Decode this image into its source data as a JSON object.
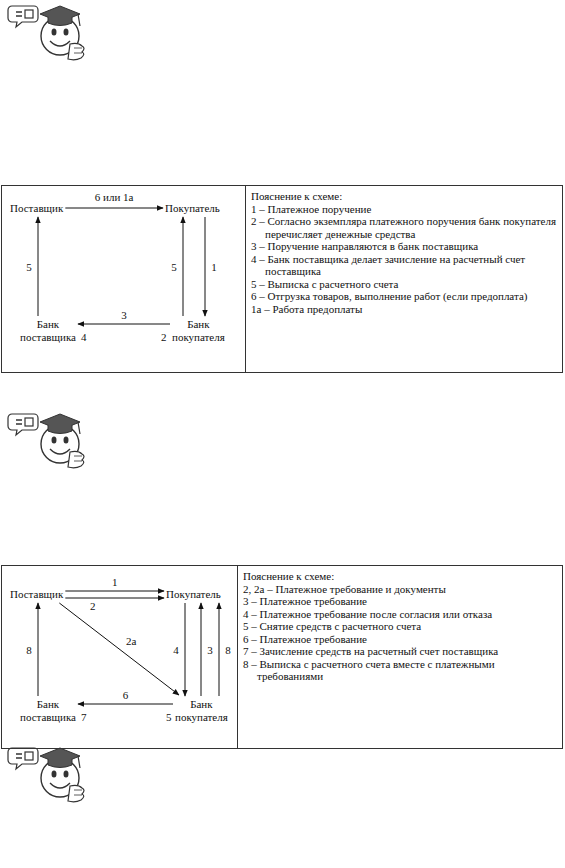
{
  "diagram": {
    "nodes": [
      {
        "text": [
          "Поставщик"
        ]
      },
      {
        "text": [
          "Покупатель"
        ]
      },
      {
        "text": [
          "Банк поставщика"
        ]
      },
      {
        "text": [
          "Банк покупателя"
        ]
      },
      {
        "text": [
          "Поставщик"
        ]
      },
      {
        "text": [
          "Покупатель"
        ]
      },
      {
        "text": [
          "Банк поставщика"
        ]
      },
      {
        "text": [
          "Банк покупателя"
        ]
      }
    ],
    "edges": [
      {
        "from": 0,
        "to": 1,
        "arrow": "to",
        "label": "6 или 1а"
      },
      {
        "from": 2,
        "to": 0,
        "arrow": "to",
        "label": "5"
      },
      {
        "from": 3,
        "to": 1,
        "arrow": "to",
        "label": "5"
      },
      {
        "from": 1,
        "to": 3,
        "arrow": "to",
        "label": "1"
      },
      {
        "from": 3,
        "to": 2,
        "arrow": "to",
        "label": "3"
      },
      {
        "from": 4,
        "to": 5,
        "arrow": "to",
        "label": "1"
      },
      {
        "from": 4,
        "to": 5,
        "arrow": "to",
        "label": "2"
      },
      {
        "from": 4,
        "to": 7,
        "arrow": "to",
        "label": "2а"
      },
      {
        "from": 5,
        "to": 7,
        "arrow": "to",
        "label": "4"
      },
      {
        "from": 7,
        "to": 5,
        "arrow": "to",
        "label": "3"
      },
      {
        "from": 7,
        "to": 5,
        "arrow": "to",
        "label": "8"
      },
      {
        "from": 6,
        "to": 4,
        "arrow": "to",
        "label": "8"
      },
      {
        "from": 7,
        "to": 6,
        "arrow": "to",
        "label": "6"
      }
    ],
    "labels": [
      "4",
      "2",
      "Пояснение к схеме:",
      "1 – Платежное поручение",
      "2 – Согласно экземпляра платежного поручения банк покупателя перечисляет денежные средства",
      "3 – Поручение направляются в банк поставщика",
      "4 – Банк поставщика делает зачисление на расчетный счет поставщика",
      "5 – Выписка с расчетного счета",
      "6 – Отгрузка товаров, выполнение работ (если предоплата)",
      "1а – Работа предоплаты",
      "7",
      "5",
      "Пояснение к схеме:",
      "2, 2а – Платежное требование и документы",
      "3 – Платежное требование",
      "4 – Платежное требование после согласия или отказа",
      "5 – Снятие средств с расчетного счета",
      "6 – Платежное требование",
      "7 – Зачисление средств на расчетный счет поставщика",
      "8 – Выписка с расчетного счета вместе с платежными требованиями"
    ]
  }
}
